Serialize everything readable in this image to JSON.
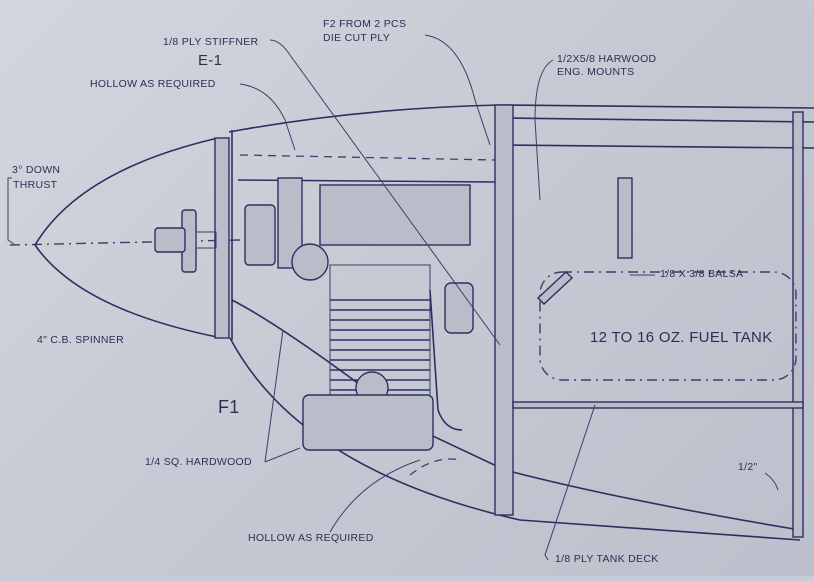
{
  "labels": {
    "ply_stiffner": "1/8 PLY STIFFNER",
    "e1": "E-1",
    "f2_line1": "F2 FROM 2 PCS",
    "f2_line2": "DIE CUT PLY",
    "mounts_line1": "1/2X5/8 HARWOOD",
    "mounts_line2": "ENG. MOUNTS",
    "hollow_top": "HOLLOW AS REQUIRED",
    "thrust_line1": "3° DOWN",
    "thrust_line2": "THRUST",
    "spinner": "4\" C.B. SPINNER",
    "f1": "F1",
    "balsa": "1/8 X 3/8 BALSA",
    "fuel_tank": "12 TO 16 OZ. FUEL TANK",
    "hardwood": "1/4 SQ. HARDWOOD",
    "hollow_bottom": "HOLLOW AS REQUIRED",
    "tank_deck": "1/8 PLY TANK DECK",
    "half_inch": "1/2\""
  },
  "colors": {
    "paper": "#c9ccd6",
    "ink": "#2b3060"
  }
}
